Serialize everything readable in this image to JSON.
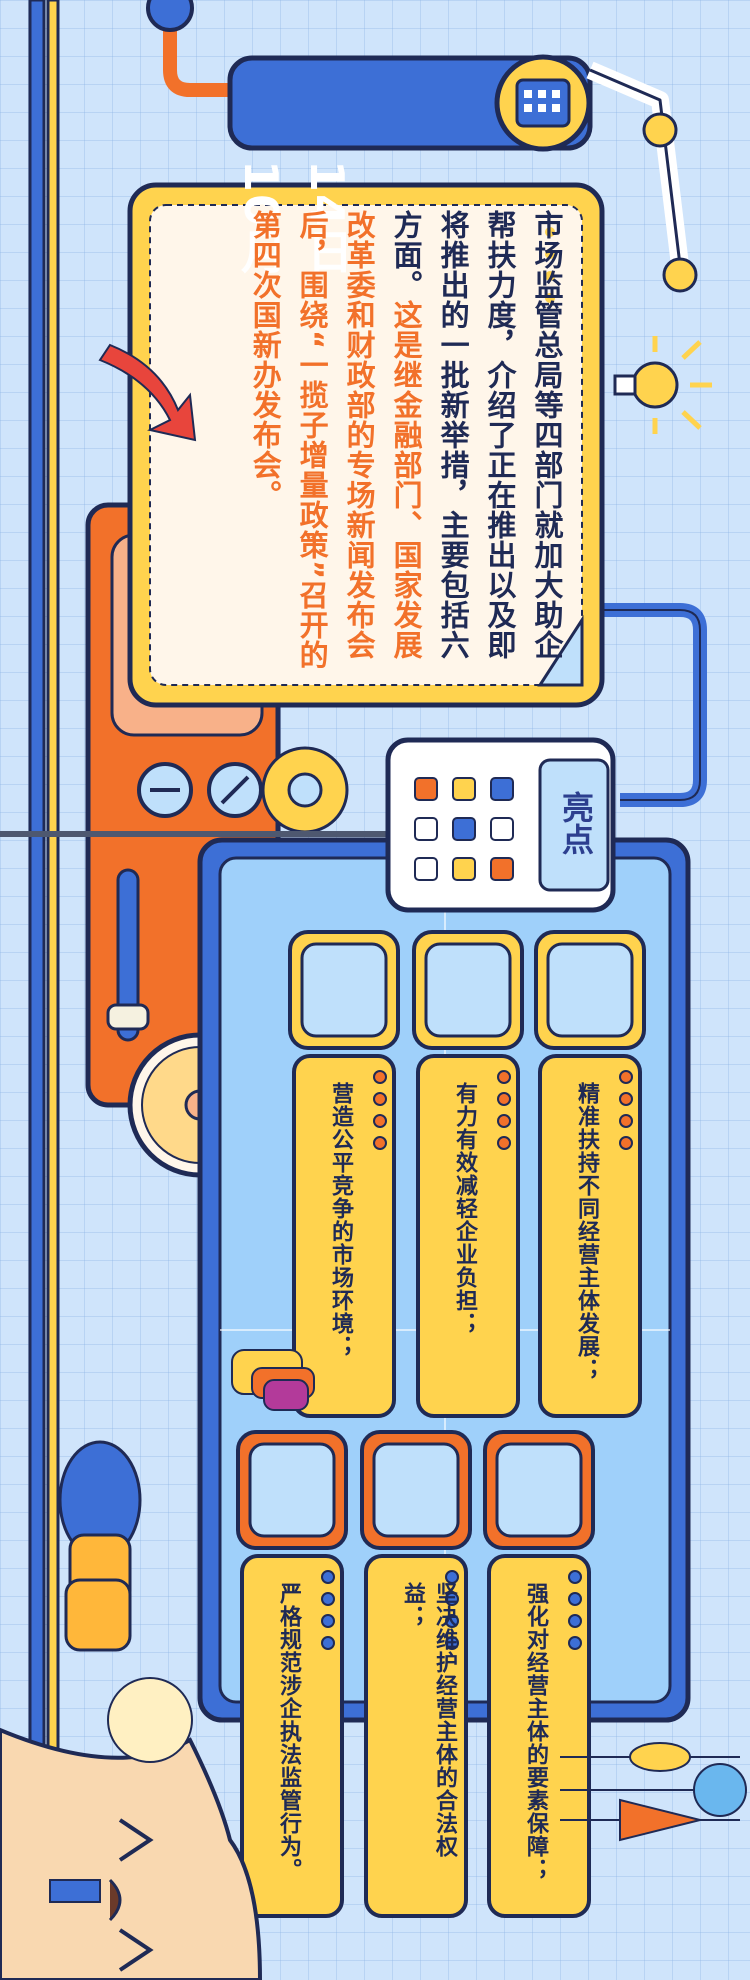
{
  "header": {
    "date_month": "10月",
    "date_day": "14日",
    "calendar_icon": "calendar-icon"
  },
  "intro": {
    "part1": "市场监管总局等四部门就加大助企帮扶力度，介绍了正在推出以及即将推出的一批新举措，主要包括六方面。",
    "part2": "这是继金融部门、国家发展改革委和财政部的专场新闻发布会后，围绕“一揽子增量政策”召开的第四次国新办发布会。"
  },
  "badge": {
    "title": "亮点"
  },
  "highlights": [
    {
      "icon": "handshake-icon",
      "label": "精准扶持不同经营主体发展；"
    },
    {
      "icon": "minus-circle-icon",
      "label": "有力有效减轻企业负担；"
    },
    {
      "icon": "scales-icon",
      "label": "营造公平竞争的市场环境；"
    },
    {
      "icon": "umbrella-icon",
      "label": "强化对经营主体的要素保障；"
    },
    {
      "icon": "crown-icon",
      "label": "坚决维护经营主体的合法权益；"
    },
    {
      "icon": "gavel-icon",
      "label": "严格规范涉企执法监管行为。"
    }
  ],
  "colors": {
    "navy": "#2c3f8f",
    "blue": "#3d6fd6",
    "yellow": "#ffd34e",
    "orange": "#f2712a",
    "cream": "#fff6ea",
    "light_blue": "#bfe0fb"
  }
}
